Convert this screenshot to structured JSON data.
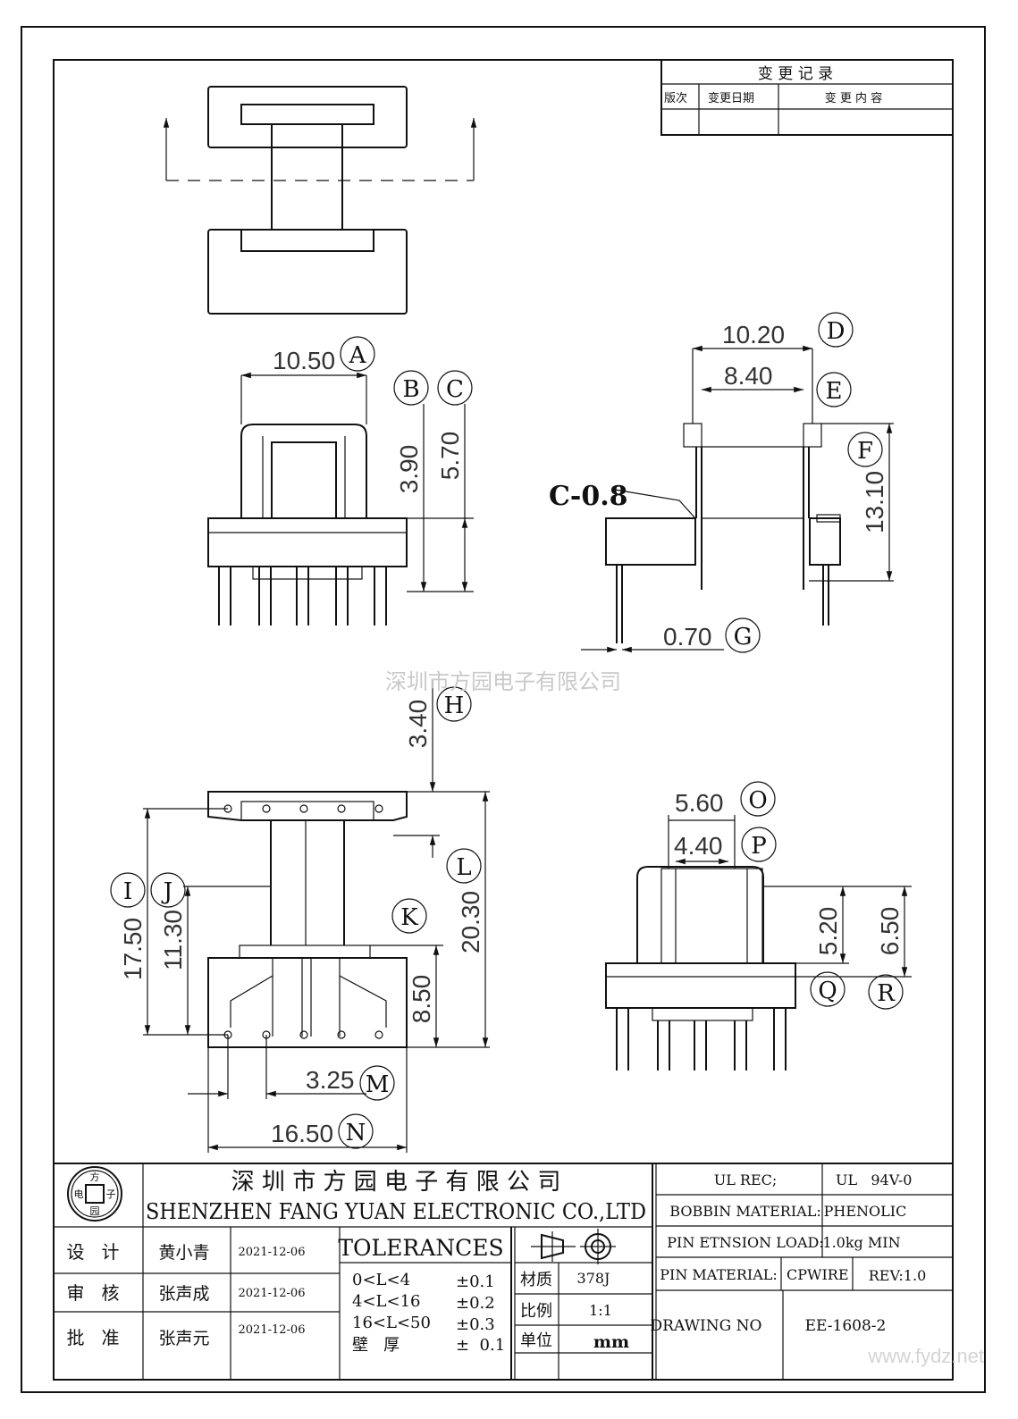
{
  "revision_table": {
    "title": "变 更 记 录",
    "columns": [
      "版次",
      "变更日期",
      "变 更 内 容"
    ]
  },
  "dimensions": {
    "A": "10.50",
    "B": "3.90",
    "C": "5.70",
    "D": "10.20",
    "E": "8.40",
    "F": "13.10",
    "G": "0.70",
    "H": "3.40",
    "I": "17.50",
    "J": "11.30",
    "K": "8.50",
    "L": "20.30",
    "M": "3.25",
    "N": "16.50",
    "O": "5.60",
    "P": "4.40",
    "Q": "5.20",
    "R": "6.50"
  },
  "labels": [
    "A",
    "B",
    "C",
    "D",
    "E",
    "F",
    "G",
    "H",
    "I",
    "J",
    "K",
    "L",
    "M",
    "N",
    "O",
    "P",
    "Q",
    "R"
  ],
  "chamfer": "C-0.8",
  "watermark": "深圳市方园电子有限公司",
  "watermark_url": "www.fydz.net",
  "company": {
    "name_cn": "深 圳 市 方 园 电 子 有 限 公 司",
    "name_en": "SHENZHEN FANG YUAN ELECTRONIC CO.,LTD",
    "logo_chars": [
      "方",
      "电",
      "子",
      "园"
    ]
  },
  "signoff": [
    {
      "role": "设   计",
      "name": "黄小青",
      "date": "2021-12-06"
    },
    {
      "role": "审   核",
      "name": "张声成",
      "date": "2021-12-06"
    },
    {
      "role": "批   准",
      "name": "张声元",
      "date": "2021-12-06"
    }
  ],
  "tolerances": {
    "title": "TOLERANCES",
    "rows": [
      {
        "range": "0<L<4",
        "tol": "±0.1"
      },
      {
        "range": "4<L<16",
        "tol": "±0.2"
      },
      {
        "range": "16<L<50",
        "tol": "±0.3"
      },
      {
        "range": "壁   厚",
        "tol": "±  0.1"
      }
    ]
  },
  "props": [
    {
      "label": "材质",
      "value": "378J"
    },
    {
      "label": "比例",
      "value": "1:1"
    },
    {
      "label": "单位",
      "value": "mm"
    }
  ],
  "specs": {
    "ul_rec_label": "UL REC;",
    "ul_rec_value": "UL   94V-0",
    "bobbin_label": "BOBBIN MATERIAL:",
    "bobbin_value": "PHENOLIC",
    "load_label": "PIN ETNSION LOAD:",
    "load_value": "1.0kg MIN",
    "pin_label": "PIN MATERIAL:",
    "pin_value": "CPWIRE",
    "rev": "REV:1.0",
    "drawing_label": "DRAWING NO",
    "drawing_value": "EE-1608-2"
  }
}
